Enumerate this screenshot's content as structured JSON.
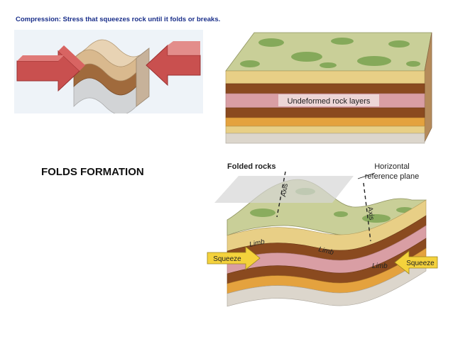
{
  "slide": {
    "title": "FOLDS FORMATION",
    "caption": "Compression: Stress that squeezes rock until it folds or breaks."
  },
  "upper_block": {
    "label": "Undeformed rock layers"
  },
  "lower_block": {
    "title": "Folded rocks",
    "reference_plane_label": [
      "Horizontal",
      "reference plane"
    ],
    "axis_labels": [
      "Axis",
      "Axis"
    ],
    "limb_labels": [
      "Limb",
      "Limb",
      "Limb"
    ],
    "squeeze_labels": [
      "Squeeze",
      "Squeeze"
    ]
  },
  "colors": {
    "caption": "#1a2f8a",
    "arrow_red": "#c9504f",
    "squeeze_arrow": "#f4d23c",
    "grass_light": "#c9cf98",
    "grass_green": "#7aa350",
    "layer_tan": "#e8cf86",
    "layer_brown": "#8a4a1f",
    "layer_pink": "#d99ea4",
    "layer_orange": "#e4a23e",
    "layer_gray": "#dcd6cc"
  }
}
